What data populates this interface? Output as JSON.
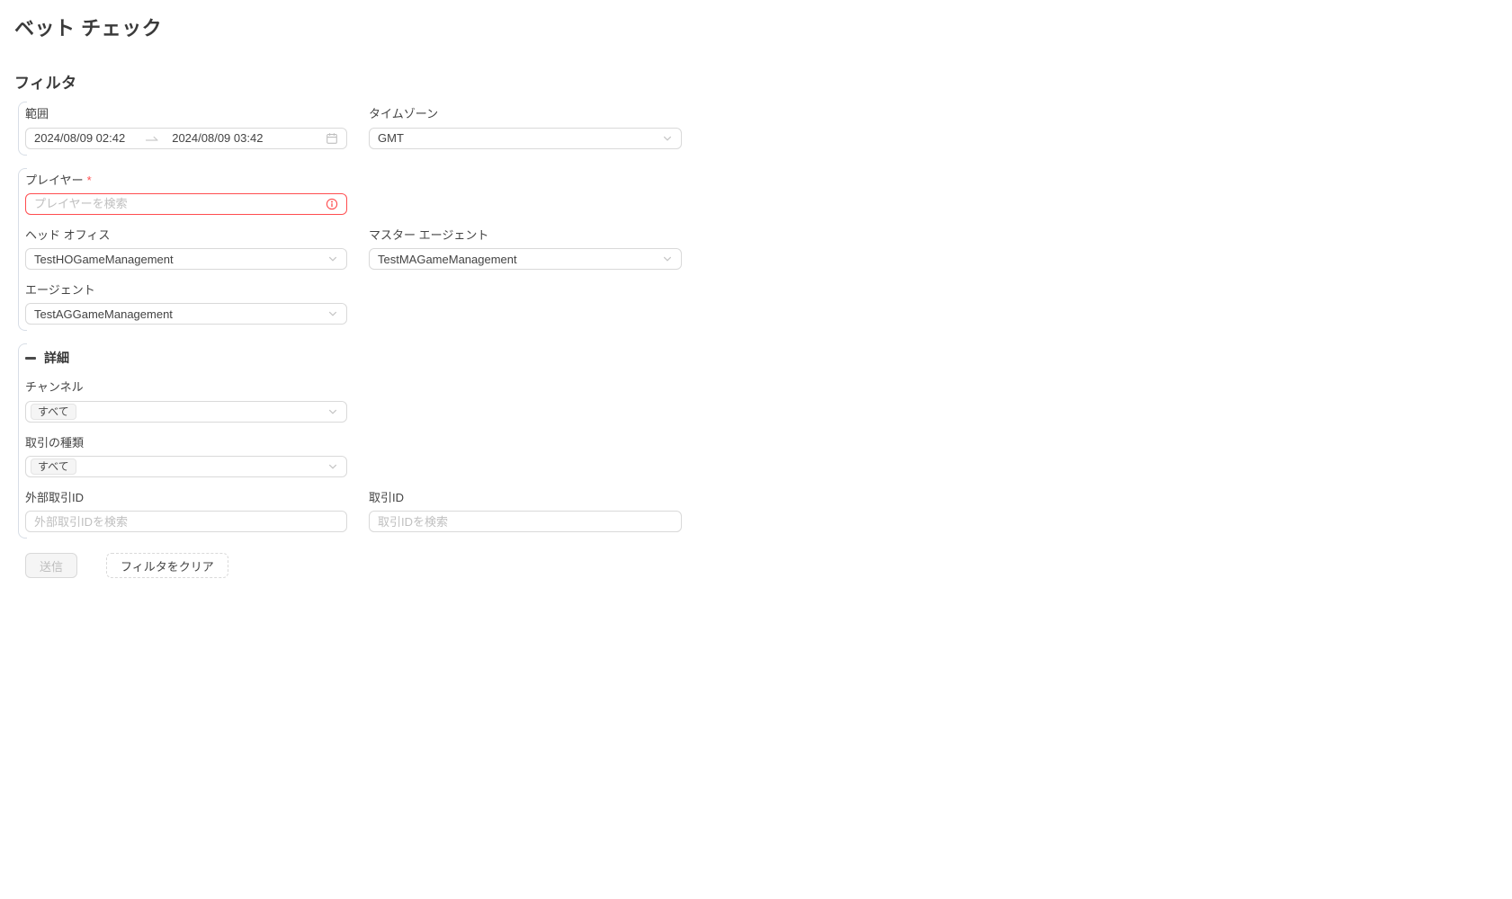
{
  "page": {
    "title": "ベット チェック"
  },
  "filter": {
    "heading": "フィルタ",
    "range": {
      "label": "範囲",
      "start": "2024/08/09 02:42",
      "end": "2024/08/09 03:42"
    },
    "timezone": {
      "label": "タイムゾーン",
      "value": "GMT"
    },
    "player": {
      "label": "プレイヤー",
      "required_mark": "*",
      "placeholder": "プレイヤーを検索"
    },
    "head_office": {
      "label": "ヘッド オフィス",
      "value": "TestHOGameManagement"
    },
    "master_agent": {
      "label": "マスター エージェント",
      "value": "TestMAGameManagement"
    },
    "agent": {
      "label": "エージェント",
      "value": "TestAGGameManagement"
    },
    "details": {
      "toggle_label": "詳細",
      "channel": {
        "label": "チャンネル",
        "selected_tag": "すべて"
      },
      "transaction_type": {
        "label": "取引の種類",
        "selected_tag": "すべて"
      },
      "external_transaction_id": {
        "label": "外部取引ID",
        "placeholder": "外部取引IDを検索"
      },
      "transaction_id": {
        "label": "取引ID",
        "placeholder": "取引IDを検索"
      }
    },
    "actions": {
      "submit_label": "送信",
      "clear_label": "フィルタをクリア"
    }
  },
  "colors": {
    "error": "#ff4d4f",
    "control_border": "#d9d9d9",
    "placeholder": "#bfbfbf",
    "text": "#434343"
  }
}
